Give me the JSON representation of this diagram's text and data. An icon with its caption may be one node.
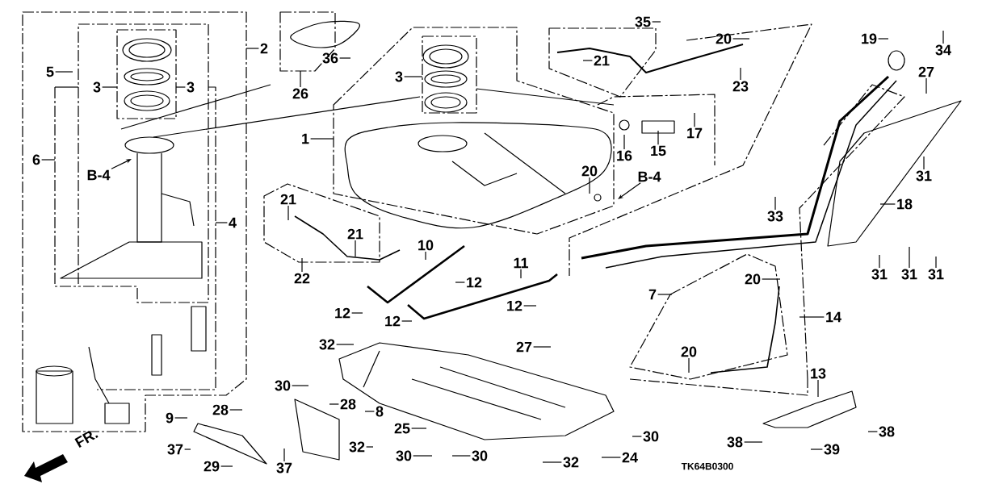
{
  "diagram": {
    "nodes": [
      {
        "text": [
          "1"
        ]
      },
      {
        "text": [
          "2"
        ]
      },
      {
        "text": [
          "3"
        ]
      },
      {
        "text": [
          "3"
        ]
      },
      {
        "text": [
          "5"
        ]
      },
      {
        "text": [
          "6"
        ]
      },
      {
        "text": [
          "4"
        ]
      },
      {
        "text": [
          "26"
        ]
      },
      {
        "text": [
          "36"
        ]
      },
      {
        "text": [
          "3"
        ]
      },
      {
        "text": [
          "35"
        ]
      },
      {
        "text": [
          "20"
        ]
      },
      {
        "text": [
          "21"
        ]
      },
      {
        "text": [
          "23"
        ]
      },
      {
        "text": [
          "19"
        ]
      },
      {
        "text": [
          "34"
        ]
      },
      {
        "text": [
          "27"
        ]
      },
      {
        "text": [
          "16"
        ]
      },
      {
        "text": [
          "15"
        ]
      },
      {
        "text": [
          "17"
        ]
      },
      {
        "text": [
          "B-4"
        ]
      },
      {
        "text": [
          "B-4"
        ]
      },
      {
        "text": [
          "20"
        ]
      },
      {
        "text": [
          "18"
        ]
      },
      {
        "text": [
          "31"
        ]
      },
      {
        "text": [
          "33"
        ]
      },
      {
        "text": [
          "21"
        ]
      },
      {
        "text": [
          "21"
        ]
      },
      {
        "text": [
          "22"
        ]
      },
      {
        "text": [
          "10"
        ]
      },
      {
        "text": [
          "11"
        ]
      },
      {
        "text": [
          "12"
        ]
      },
      {
        "text": [
          "12"
        ]
      },
      {
        "text": [
          "12"
        ]
      },
      {
        "text": [
          "12"
        ]
      },
      {
        "text": [
          "31"
        ]
      },
      {
        "text": [
          "31"
        ]
      },
      {
        "text": [
          "31"
        ]
      },
      {
        "text": [
          "20"
        ]
      },
      {
        "text": [
          "7"
        ]
      },
      {
        "text": [
          "14"
        ]
      },
      {
        "text": [
          "27"
        ]
      },
      {
        "text": [
          "32"
        ]
      },
      {
        "text": [
          "30"
        ]
      },
      {
        "text": [
          "28"
        ]
      },
      {
        "text": [
          "28"
        ]
      },
      {
        "text": [
          "8"
        ]
      },
      {
        "text": [
          "9"
        ]
      },
      {
        "text": [
          "37"
        ]
      },
      {
        "text": [
          "29"
        ]
      },
      {
        "text": [
          "37"
        ]
      },
      {
        "text": [
          "25"
        ]
      },
      {
        "text": [
          "32"
        ]
      },
      {
        "text": [
          "30"
        ]
      },
      {
        "text": [
          "30"
        ]
      },
      {
        "text": [
          "30"
        ]
      },
      {
        "text": [
          "32"
        ]
      },
      {
        "text": [
          "24"
        ]
      },
      {
        "text": [
          "20"
        ]
      },
      {
        "text": [
          "13"
        ]
      },
      {
        "text": [
          "38"
        ]
      },
      {
        "text": [
          "39"
        ]
      },
      {
        "text": [
          "38"
        ]
      }
    ],
    "edges": [
      {
        "from": 0,
        "to": null,
        "arrow": "none"
      },
      {
        "from": 1,
        "to": null,
        "arrow": "none"
      },
      {
        "from": 2,
        "to": null,
        "arrow": "none"
      },
      {
        "from": 3,
        "to": null,
        "arrow": "none"
      },
      {
        "from": 4,
        "to": null,
        "arrow": "none"
      },
      {
        "from": 5,
        "to": null,
        "arrow": "none"
      },
      {
        "from": 6,
        "to": null,
        "arrow": "none"
      },
      {
        "from": 7,
        "to": null,
        "arrow": "none"
      },
      {
        "from": 8,
        "to": null,
        "arrow": "none"
      },
      {
        "from": 9,
        "to": null,
        "arrow": "none"
      },
      {
        "from": 10,
        "to": null,
        "arrow": "none"
      },
      {
        "from": 11,
        "to": null,
        "arrow": "none"
      },
      {
        "from": 12,
        "to": null,
        "arrow": "none"
      },
      {
        "from": 13,
        "to": null,
        "arrow": "none"
      },
      {
        "from": 14,
        "to": null,
        "arrow": "none"
      },
      {
        "from": 15,
        "to": null,
        "arrow": "none"
      },
      {
        "from": 16,
        "to": null,
        "arrow": "none"
      },
      {
        "from": 17,
        "to": null,
        "arrow": "none"
      },
      {
        "from": 18,
        "to": null,
        "arrow": "none"
      },
      {
        "from": 19,
        "to": null,
        "arrow": "none"
      },
      {
        "from": 20,
        "to": null,
        "arrow": "to"
      },
      {
        "from": 21,
        "to": null,
        "arrow": "to"
      },
      {
        "from": 22,
        "to": null,
        "arrow": "none"
      },
      {
        "from": 23,
        "to": null,
        "arrow": "none"
      },
      {
        "from": 24,
        "to": null,
        "arrow": "none"
      },
      {
        "from": 25,
        "to": null,
        "arrow": "none"
      },
      {
        "from": 26,
        "to": null,
        "arrow": "none"
      },
      {
        "from": 27,
        "to": null,
        "arrow": "none"
      },
      {
        "from": 28,
        "to": null,
        "arrow": "none"
      },
      {
        "from": 29,
        "to": null,
        "arrow": "none"
      },
      {
        "from": 30,
        "to": null,
        "arrow": "none"
      },
      {
        "from": 31,
        "to": null,
        "arrow": "none"
      },
      {
        "from": 32,
        "to": null,
        "arrow": "none"
      },
      {
        "from": 33,
        "to": null,
        "arrow": "none"
      },
      {
        "from": 34,
        "to": null,
        "arrow": "none"
      },
      {
        "from": 35,
        "to": null,
        "arrow": "none"
      },
      {
        "from": 36,
        "to": null,
        "arrow": "none"
      },
      {
        "from": 37,
        "to": null,
        "arrow": "none"
      },
      {
        "from": 38,
        "to": null,
        "arrow": "none"
      },
      {
        "from": 39,
        "to": null,
        "arrow": "none"
      },
      {
        "from": 40,
        "to": null,
        "arrow": "none"
      },
      {
        "from": 41,
        "to": null,
        "arrow": "none"
      },
      {
        "from": 42,
        "to": null,
        "arrow": "none"
      },
      {
        "from": 43,
        "to": null,
        "arrow": "none"
      },
      {
        "from": 44,
        "to": null,
        "arrow": "none"
      },
      {
        "from": 45,
        "to": null,
        "arrow": "none"
      },
      {
        "from": 46,
        "to": null,
        "arrow": "none"
      },
      {
        "from": 47,
        "to": null,
        "arrow": "none"
      },
      {
        "from": 48,
        "to": null,
        "arrow": "none"
      },
      {
        "from": 49,
        "to": null,
        "arrow": "none"
      },
      {
        "from": 50,
        "to": null,
        "arrow": "none"
      },
      {
        "from": 51,
        "to": null,
        "arrow": "none"
      },
      {
        "from": 52,
        "to": null,
        "arrow": "none"
      },
      {
        "from": 53,
        "to": null,
        "arrow": "none"
      },
      {
        "from": 54,
        "to": null,
        "arrow": "none"
      },
      {
        "from": 55,
        "to": null,
        "arrow": "none"
      },
      {
        "from": 56,
        "to": null,
        "arrow": "none"
      },
      {
        "from": 57,
        "to": null,
        "arrow": "none"
      },
      {
        "from": 58,
        "to": null,
        "arrow": "none"
      },
      {
        "from": 59,
        "to": null,
        "arrow": "none"
      },
      {
        "from": 60,
        "to": null,
        "arrow": "none"
      },
      {
        "from": 61,
        "to": null,
        "arrow": "none"
      },
      {
        "from": 62,
        "to": null,
        "arrow": "none"
      }
    ],
    "labels": [
      "FR.",
      "TK64B0300"
    ]
  }
}
